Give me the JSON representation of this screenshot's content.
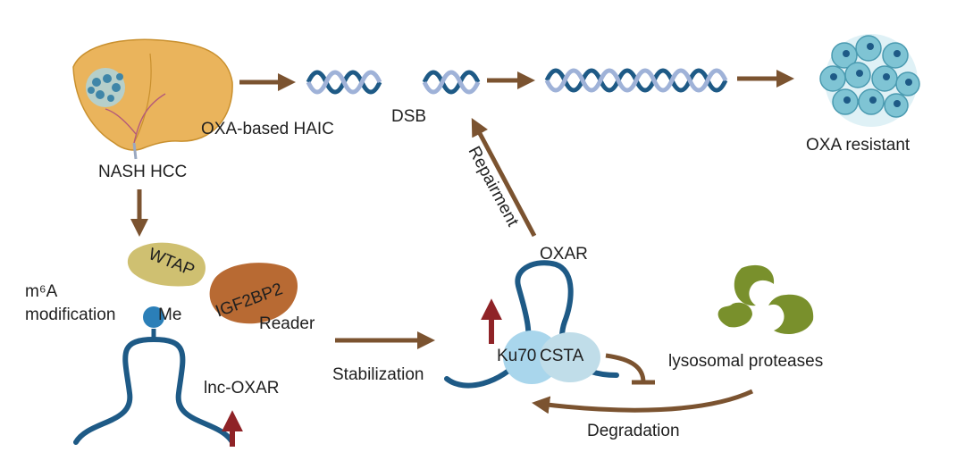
{
  "labels": {
    "nash_hcc": "NASH HCC",
    "oxa_haic": "OXA-based HAIC",
    "dsb": "DSB",
    "oxa_resistant": "OXA resistant",
    "repairment": "Repairment",
    "oxar": "OXAR",
    "m6a_line1": "m⁶A",
    "m6a_line2": "modification",
    "me": "Me",
    "wtap": "WTAP",
    "igf2bp2": "IGF2BP2",
    "reader": "Reader",
    "lnc_oxar": "lnc-OXAR",
    "stabilization": "Stabilization",
    "ku70": "Ku70",
    "csta": "CSTA",
    "lysosomal_proteases": "lysosomal proteases",
    "degradation": "Degradation"
  },
  "colors": {
    "arrow": "#7b5330",
    "rna": "#1e5a86",
    "liver": "#eab45c",
    "wtap": "#cfc071",
    "igf2bp2": "#b86a33",
    "protease": "#79902c",
    "up_arrow": "#8f2327",
    "ku70": "#a9d6ec",
    "csta": "#c0dde9",
    "dna_dark": "#1e5a86",
    "dna_light": "#9fb2d8",
    "cell": "#7fc4d4"
  }
}
